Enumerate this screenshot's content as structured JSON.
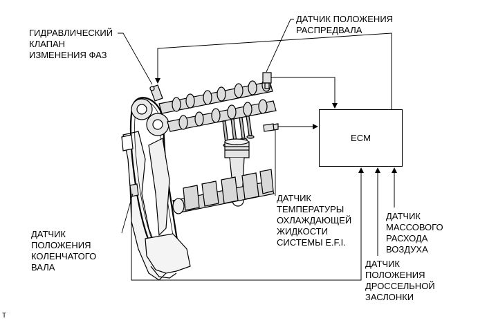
{
  "labels": {
    "vvt_valve": [
      "ГИДРАВЛИЧЕСКИЙ",
      "КЛАПАН",
      "ИЗМЕНЕНИЯ ФАЗ"
    ],
    "cam_sensor": [
      "ДАТЧИК ПОЛОЖЕНИЯ",
      "РАСПРЕДВАЛА"
    ],
    "ecm": "ECM",
    "coolant_sensor": [
      "ДАТЧИК",
      "ТЕМПЕРАТУРЫ",
      "ОХЛАЖДАЮЩЕЙ",
      "ЖИДКОСТИ",
      "СИСТЕМЫ E.F.I."
    ],
    "maf_sensor": [
      "ДАТЧИК",
      "МАССОВОГО",
      "РАСХОДА",
      "ВОЗДУХА"
    ],
    "crank_sensor": [
      "ДАТЧИК",
      "ПОЛОЖЕНИЯ",
      "КОЛЕНЧАТОГО",
      "ВАЛА"
    ],
    "throttle_sensor": [
      "ДАТЧИК",
      "ПОЛОЖЕНИЯ",
      "ДРОССЕЛЬНОЙ",
      "ЗАСЛОНКИ"
    ]
  },
  "corner_mark": "T"
}
